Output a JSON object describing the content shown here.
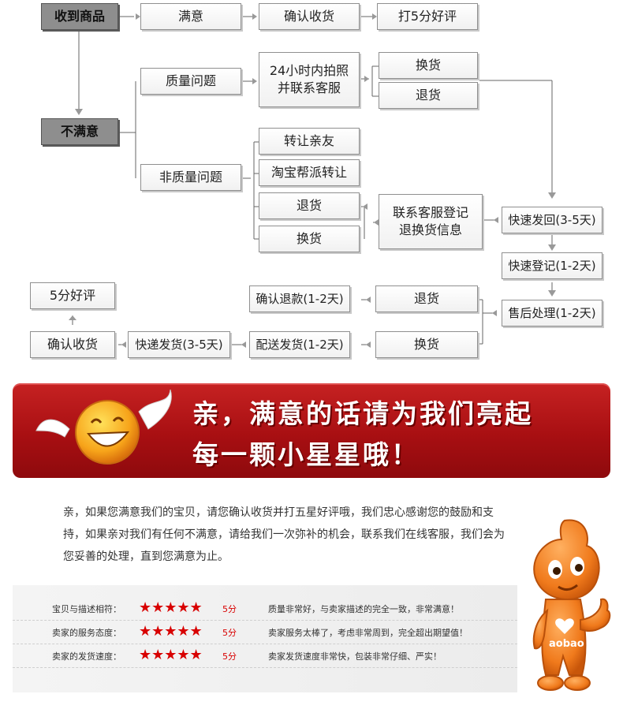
{
  "flow": {
    "received": "收到商品",
    "satisfied": "满意",
    "confirm_receipt_top": "确认收货",
    "five_star_top": "打5分好评",
    "unsatisfied": "不满意",
    "quality_issue": "质量问题",
    "photo_contact_line1": "24小时内拍照",
    "photo_contact_line2": "并联系客服",
    "exchange_1": "换货",
    "return_1": "退货",
    "non_quality_issue": "非质量问题",
    "transfer_friends": "转让亲友",
    "taobao_help": "淘宝帮派转让",
    "return_2": "退货",
    "exchange_2": "换货",
    "register_line1": "联系客服登记",
    "register_line2": "退换货信息",
    "express_back": "快速发回(3-5天)",
    "fast_register": "快速登记(1-2天)",
    "after_sale": "售后处理(1-2天)",
    "return_3": "退货",
    "exchange_3": "换货",
    "confirm_refund": "确认退款(1-2天)",
    "deliver": "配送发货(1-2天)",
    "express_ship": "快递发货(3-5天)",
    "confirm_receipt_bottom": "确认收货",
    "five_star_bottom": "5分好评"
  },
  "banner": {
    "line1": "亲，满意的话请为我们亮起",
    "line2": "每一颗小星星哦！"
  },
  "message": "亲，如果您满意我们的宝贝，请您确认收货并打五星好评哦，我们忠心感谢您的鼓励和支持，如果亲对我们有任何不满意，请给我们一次弥补的机会，联系我们在线客服，我们会为您妥善的处理，直到您满意为止。",
  "ratings": [
    {
      "label": "宝贝与描述相符：",
      "stars": "★★★★★",
      "score": "5分",
      "desc": "质量非常好，与卖家描述的完全一致，非常满意！"
    },
    {
      "label": "卖家的服务态度：",
      "stars": "★★★★★",
      "score": "5分",
      "desc": "卖家服务太棒了，考虑非常周到，完全超出期望值！"
    },
    {
      "label": "卖家的发货速度：",
      "stars": "★★★★★",
      "score": "5分",
      "desc": "卖家发货速度非常快，包装非常仔细、严实！"
    }
  ],
  "mascot": {
    "logo_text": "aobao"
  },
  "colors": {
    "banner_red": "#a80f12",
    "star_red": "#d80000",
    "dark_box": "#8e8e8e",
    "mascot_orange": "#f07a1c"
  }
}
